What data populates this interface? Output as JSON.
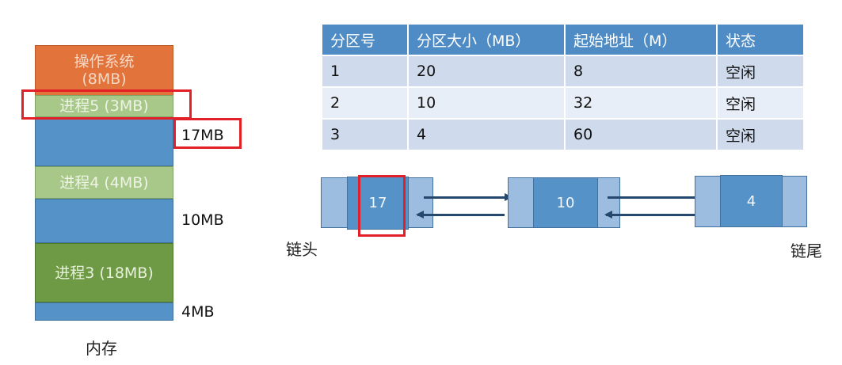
{
  "memory": {
    "caption": "内存",
    "blocks": [
      {
        "id": "os",
        "line1": "操作系统",
        "line2": "(8MB)",
        "type": "occupied"
      },
      {
        "id": "proc5",
        "label": "进程5 (3MB)",
        "type": "occupied",
        "highlighted": true
      },
      {
        "id": "free1",
        "label": "",
        "type": "free",
        "size_label": "17MB",
        "size_highlighted": true
      },
      {
        "id": "proc4",
        "label": "进程4 (4MB)",
        "type": "occupied"
      },
      {
        "id": "free2",
        "label": "",
        "type": "free",
        "size_label": "10MB"
      },
      {
        "id": "proc3",
        "label": "进程3 (18MB)",
        "type": "occupied"
      },
      {
        "id": "free3",
        "label": "",
        "type": "free",
        "size_label": "4MB"
      }
    ]
  },
  "partition_table": {
    "headers": [
      "分区号",
      "分区大小（MB）",
      "起始地址（M）",
      "状态"
    ],
    "rows": [
      [
        "1",
        "20",
        "8",
        "空闲"
      ],
      [
        "2",
        "10",
        "32",
        "空闲"
      ],
      [
        "3",
        "4",
        "60",
        "空闲"
      ]
    ]
  },
  "free_list": {
    "head_label": "链头",
    "tail_label": "链尾",
    "nodes": [
      {
        "value": "17",
        "highlighted": true
      },
      {
        "value": "10"
      },
      {
        "value": "4"
      }
    ]
  },
  "colors": {
    "os": "#e2733a",
    "process_light": "#a8c88a",
    "process_dark": "#6f9a45",
    "free": "#5592c8",
    "highlight": "#e3202a",
    "table_header": "#4f8cc6",
    "arrow": "#24486e"
  }
}
